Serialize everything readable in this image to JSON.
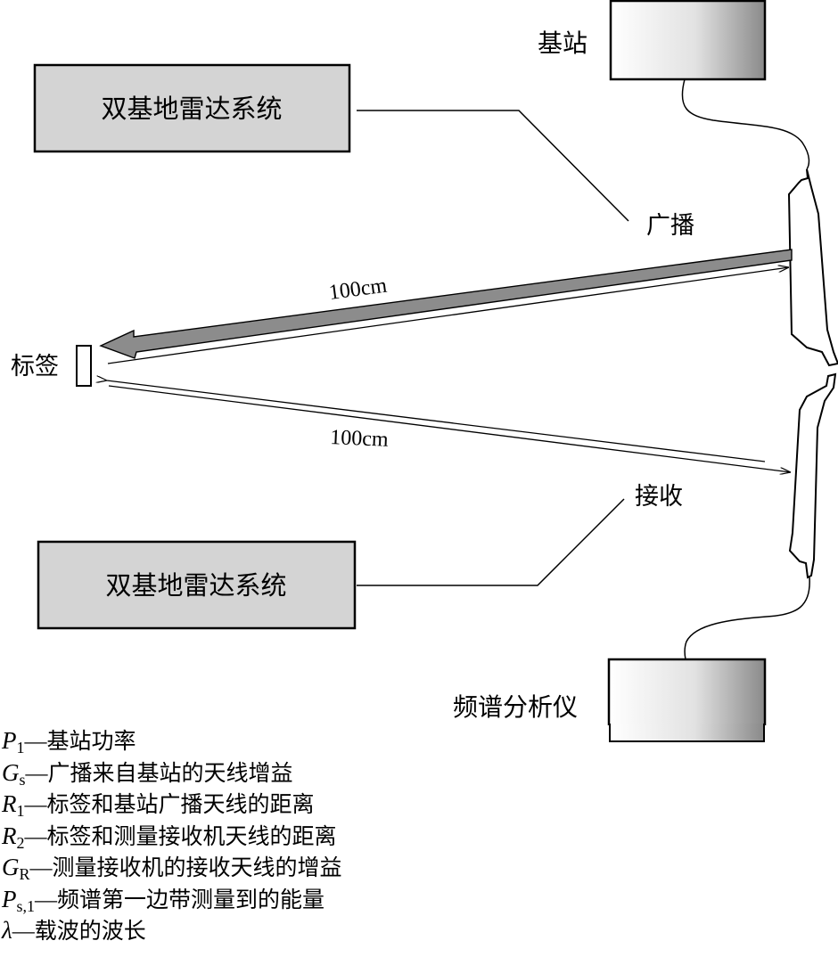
{
  "diagram": {
    "base_station_label": "基站",
    "radar_top_label": "双基地雷达系统",
    "radar_bottom_label": "双基地雷达系统",
    "broadcast_label": "广播",
    "receive_label": "接收",
    "tag_label": "标签",
    "distance_top_label": "100cm",
    "distance_bottom_label": "100cm",
    "spectrum_analyzer_label": "频谱分析仪"
  },
  "legend": [
    {
      "symbol": "P",
      "sub": "1",
      "dash": "—",
      "text": "基站功率"
    },
    {
      "symbol": "G",
      "sub": "s",
      "dash": "—",
      "text": "广播来自基站的天线增益"
    },
    {
      "symbol": "R",
      "sub": "1",
      "dash": "—",
      "text": "标签和基站广播天线的距离"
    },
    {
      "symbol": "R",
      "sub": "2",
      "dash": "—",
      "text": "标签和测量接收机天线的距离"
    },
    {
      "symbol": "G",
      "sub": "R",
      "dash": "—",
      "text": "测量接收机的接收天线的增益"
    },
    {
      "symbol": "P",
      "sub": "s,1",
      "dash": "—",
      "text": "频谱第一边带测量到的能量"
    },
    {
      "symbol": "λ",
      "sub": "",
      "dash": "—",
      "text": "载波的波长"
    }
  ]
}
